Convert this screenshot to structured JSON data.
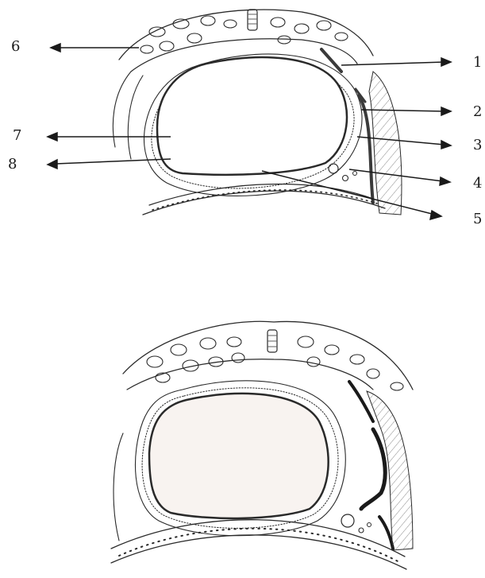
{
  "labels": {
    "left": [
      "6",
      "7",
      "8"
    ],
    "right": [
      "1",
      "2",
      "3",
      "4",
      "5"
    ]
  },
  "colors": {
    "ink": "#2a2a2a",
    "dark_band": "#3a3a3a",
    "shade": "#9a9a9a",
    "fill": "#f6f2ef"
  }
}
